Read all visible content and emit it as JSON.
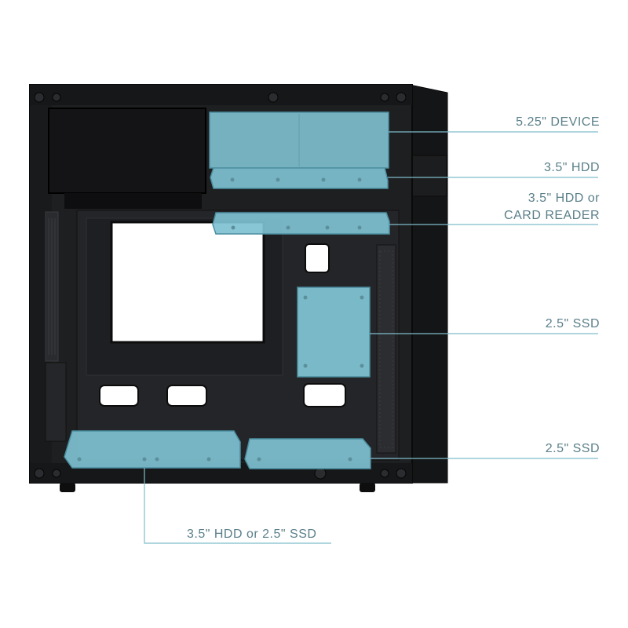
{
  "colors": {
    "accent": "#6fb3c4",
    "accent_stroke": "#4b8ea0",
    "callout_line": "#7fbccb",
    "label_text": "#5a7f89",
    "chassis": "#1a1b1d",
    "chassis_edge": "#0c0c0d",
    "panel": "#222326"
  },
  "callouts": {
    "device_525": "5.25\" DEVICE",
    "hdd_35": "3.5\" HDD",
    "hdd_card_reader_line1": "3.5\" HDD or",
    "hdd_card_reader_line2": "CARD READER",
    "ssd_25_mid": "2.5\" SSD",
    "ssd_25_bottom": "2.5\" SSD",
    "hdd_or_ssd_bottom": "3.5\" HDD or 2.5\" SSD"
  }
}
